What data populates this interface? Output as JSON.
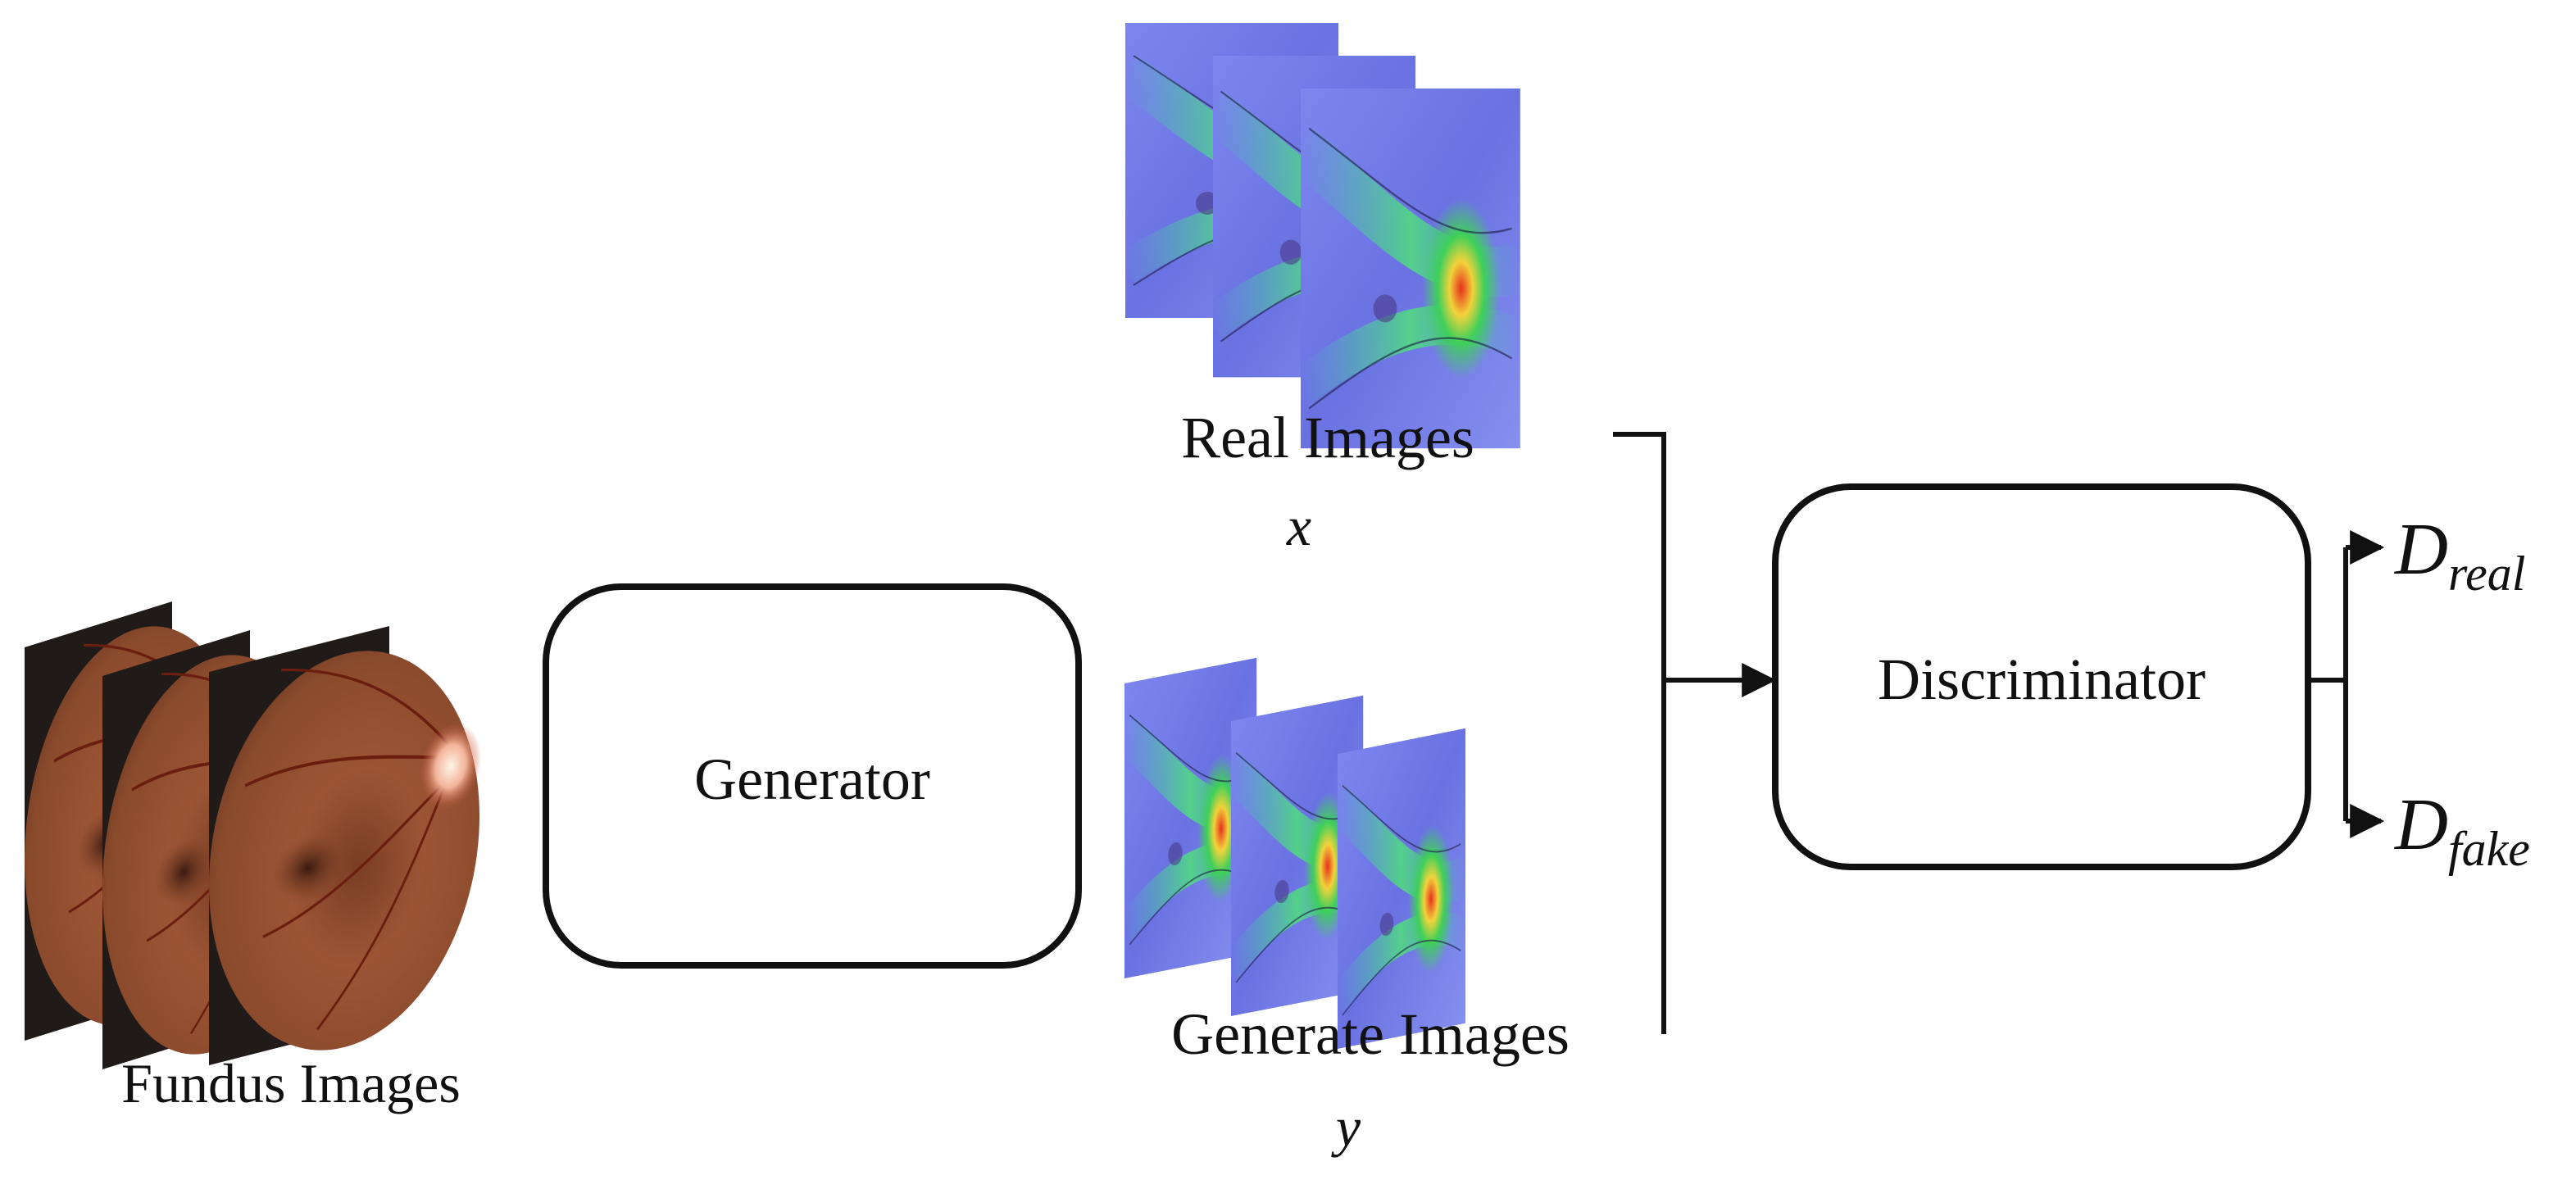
{
  "labels": {
    "fundus": "Fundus Images",
    "generator": "Generator",
    "real_images": "Real Images",
    "real_var": "x",
    "generate_images": "Generate Images",
    "generate_var": "y",
    "discriminator": "Discriminator",
    "d_real_main": "D",
    "d_real_sub": "real",
    "d_fake_main": "D",
    "d_fake_sub": "fake"
  },
  "icons": {
    "fundus_stack": "fundus-photo-stack",
    "heatmap_stack": "attention-heatmap-stack"
  },
  "colors": {
    "line": "#111111",
    "fundus_base": "#8a4a2c",
    "fundus_dark": "#2a201c",
    "heatmap_base": "#6f78e6",
    "heatmap_hot": "#e83a24"
  }
}
